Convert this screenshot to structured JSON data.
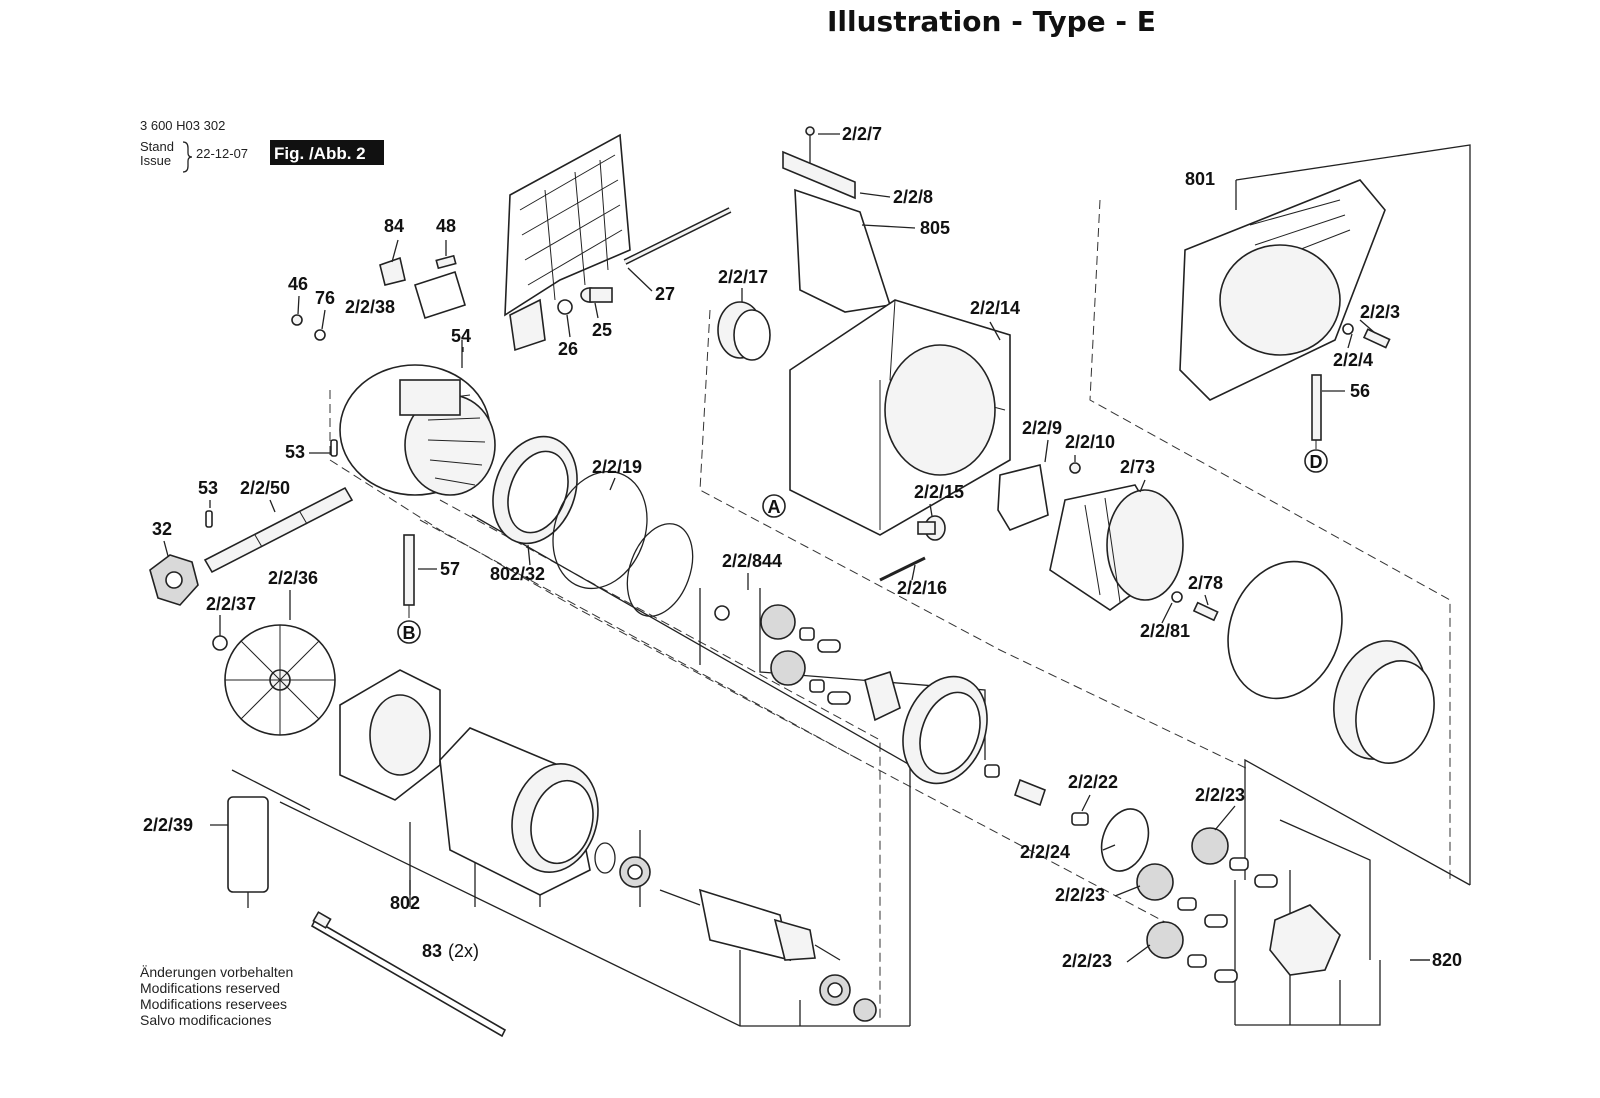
{
  "title": "Illustration - Type - E",
  "header": {
    "part_number": "3 600 H03 302",
    "stand": "Stand",
    "issue": "Issue",
    "date": "22-12-07",
    "figure": "Fig. /Abb. 2"
  },
  "notice": [
    "Änderungen vorbehalten",
    "Modifications reserved",
    "Modifications reservees",
    "Salvo modificaciones"
  ],
  "refs": {
    "a": "A",
    "b": "B",
    "d": "D"
  },
  "labels": {
    "p227": "2/2/7",
    "p228": "2/2/8",
    "p805": "805",
    "p801": "801",
    "p84": "84",
    "p48": "48",
    "p46": "46",
    "p76": "76",
    "p2238": "2/2/38",
    "p54": "54",
    "p27": "27",
    "p25": "25",
    "p26": "26",
    "p2217": "2/2/17",
    "p2214": "2/2/14",
    "p223": "2/2/3",
    "p224": "2/2/4",
    "p56": "56",
    "p53a": "53",
    "p53b": "53",
    "p2250": "2/2/50",
    "p32": "32",
    "p2219": "2/2/19",
    "p229": "2/2/9",
    "p2210": "2/2/10",
    "p273": "2/73",
    "p2215": "2/2/15",
    "p57": "57",
    "p80232": "802/32",
    "p22844": "2/2/844",
    "p2216": "2/2/16",
    "p2236": "2/2/36",
    "p2237": "2/2/37",
    "p278": "2/78",
    "p2281": "2/2/81",
    "p2222": "2/2/22",
    "p2223a": "2/2/23",
    "p2224": "2/2/24",
    "p2223b": "2/2/23",
    "p2223c": "2/2/23",
    "p2239": "2/2/39",
    "p802": "802",
    "p83": "83",
    "p83qty": "(2x)",
    "p820": "820"
  }
}
